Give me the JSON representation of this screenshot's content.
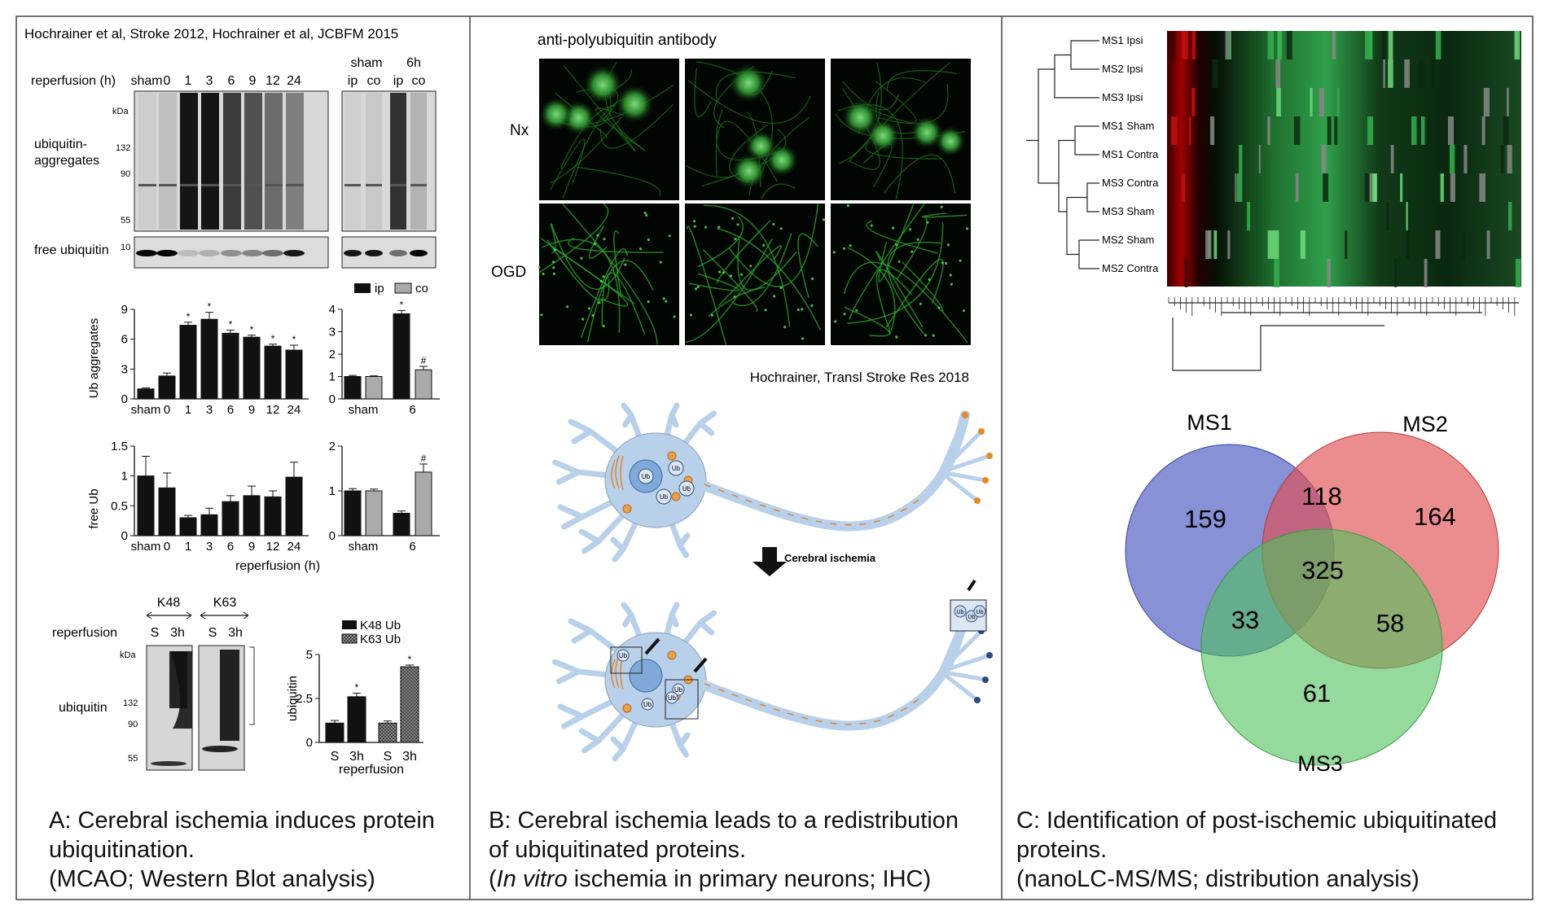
{
  "panelA": {
    "citation": "Hochrainer et al, Stroke 2012, Hochrainer et al, JCBFM 2015",
    "blot1": {
      "reperfusion_label": "reperfusion (h)",
      "lanes": [
        "sham",
        "0",
        "1",
        "3",
        "6",
        "9",
        "12",
        "24"
      ],
      "right_top": [
        "sham",
        "6h"
      ],
      "right_lanes": [
        "ip",
        "co",
        "ip",
        "co"
      ],
      "kda": "kDa",
      "markers": [
        "132",
        "90",
        "55"
      ],
      "marker10": "10",
      "label_aggr_1": "ubiquitin-",
      "label_aggr_2": "aggregates",
      "label_free": "free ubiquitin"
    },
    "legend": [
      "ip",
      "co"
    ],
    "chart1_ylabel": "Ub aggregates",
    "chart2_ylabel": "free Ub",
    "xlabel": "reperfusion (h)",
    "k": {
      "k48": "K48",
      "k63": "K63",
      "reperfusion": "reperfusion",
      "lanes": [
        "S",
        "3h",
        "S",
        "3h"
      ],
      "kda": "kDa",
      "markers": [
        "132",
        "90",
        "55"
      ],
      "ubiquitin": "ubiquitin"
    },
    "k_legend": [
      "K48 Ub",
      "K63 Ub"
    ],
    "k_ylabel": "ubiquitin",
    "k_xlabel": "reperfusion",
    "caption": [
      "A: Cerebral ischemia induces protein",
      "ubiquitination.",
      "(MCAO; Western Blot analysis)"
    ]
  },
  "panelB": {
    "micro_title": "anti-polyubiquitin antibody",
    "row_labels": [
      "Nx",
      "OGD"
    ],
    "citation": "Hochrainer, Transl Stroke Res 2018",
    "arrow_label": "Cerebral ischemia",
    "ub": "Ub",
    "caption": [
      "B: Cerebral ischemia leads to a redistribution",
      "of ubiquitinated proteins."
    ],
    "caption3_italic": "In vitro",
    "caption3_rest": " ischemia in primary neurons; IHC)",
    "caption3_open": "("
  },
  "panelC": {
    "heat_rows": [
      "MS1 Ipsi",
      "MS2 Ipsi",
      "MS3 Ipsi",
      "MS1 Sham",
      "MS1 Contra",
      "MS3 Contra",
      "MS3 Sham",
      "MS2 Sham",
      "MS2 Contra"
    ],
    "venn": {
      "sets": [
        "MS1",
        "MS2",
        "MS3"
      ],
      "colors": [
        "#5561c4",
        "#e04f52",
        "#4fc25a"
      ],
      "counts": {
        "ms1_only": "159",
        "ms2_only": "164",
        "ms3_only": "61",
        "ms1_ms2": "118",
        "ms1_ms3": "33",
        "ms2_ms3": "58",
        "all": "325"
      }
    },
    "caption": [
      "C: Identification of post-ischemic ubiquitinated",
      "proteins.",
      "(nanoLC-MS/MS; distribution analysis)"
    ]
  },
  "chart_data": [
    {
      "type": "bar",
      "categories": [
        "sham",
        "0",
        "1",
        "3",
        "6",
        "9",
        "12",
        "24"
      ],
      "values": [
        1.0,
        2.3,
        7.4,
        8.0,
        6.6,
        6.2,
        5.3,
        4.9
      ],
      "errors": [
        0.1,
        0.3,
        0.3,
        0.7,
        0.3,
        0.2,
        0.2,
        0.5
      ],
      "significant": [
        false,
        false,
        true,
        true,
        true,
        true,
        true,
        true
      ],
      "ylabel": "Ub aggregates",
      "xlabel": "reperfusion (h)",
      "ylim": [
        0,
        9
      ],
      "yticks": [
        0,
        3,
        6,
        9
      ]
    },
    {
      "type": "bar",
      "categories": [
        "sham",
        "6"
      ],
      "series": [
        {
          "name": "ip",
          "values": [
            1.0,
            3.8
          ],
          "errors": [
            0.05,
            0.15
          ]
        },
        {
          "name": "co",
          "values": [
            1.0,
            1.3
          ],
          "errors": [
            0.03,
            0.15
          ]
        }
      ],
      "markers": [
        "*",
        "#"
      ],
      "ylim": [
        0,
        4
      ],
      "yticks": [
        0,
        1,
        2,
        3,
        4
      ]
    },
    {
      "type": "bar",
      "categories": [
        "sham",
        "0",
        "1",
        "3",
        "6",
        "9",
        "12",
        "24"
      ],
      "values": [
        1.0,
        0.8,
        0.3,
        0.35,
        0.57,
        0.67,
        0.65,
        0.98
      ],
      "errors": [
        0.33,
        0.25,
        0.04,
        0.11,
        0.1,
        0.16,
        0.1,
        0.25
      ],
      "ylabel": "free Ub",
      "xlabel": "reperfusion (h)",
      "ylim": [
        0,
        1.5
      ],
      "yticks": [
        0,
        0.5,
        1,
        1.5
      ]
    },
    {
      "type": "bar",
      "categories": [
        "sham",
        "6"
      ],
      "series": [
        {
          "name": "ip",
          "values": [
            1.0,
            0.5
          ],
          "errors": [
            0.05,
            0.05
          ]
        },
        {
          "name": "co",
          "values": [
            1.0,
            1.42
          ],
          "errors": [
            0.04,
            0.18
          ]
        }
      ],
      "markers": [
        "#"
      ],
      "ylim": [
        0,
        2
      ],
      "yticks": [
        0,
        1,
        2
      ]
    },
    {
      "type": "bar",
      "categories": [
        "S",
        "3h",
        "S",
        "3h"
      ],
      "series": [
        {
          "name": "K48 Ub",
          "values": [
            1.1,
            2.6
          ]
        },
        {
          "name": "K63 Ub",
          "values": [
            1.1,
            4.3
          ]
        }
      ],
      "errors": [
        0.15,
        0.2,
        0.12,
        0.1
      ],
      "markers": [
        "*",
        "*"
      ],
      "ylabel": "ubiquitin",
      "xlabel": "reperfusion",
      "ylim": [
        0,
        5
      ],
      "yticks": [
        0,
        2.5,
        5
      ]
    }
  ]
}
